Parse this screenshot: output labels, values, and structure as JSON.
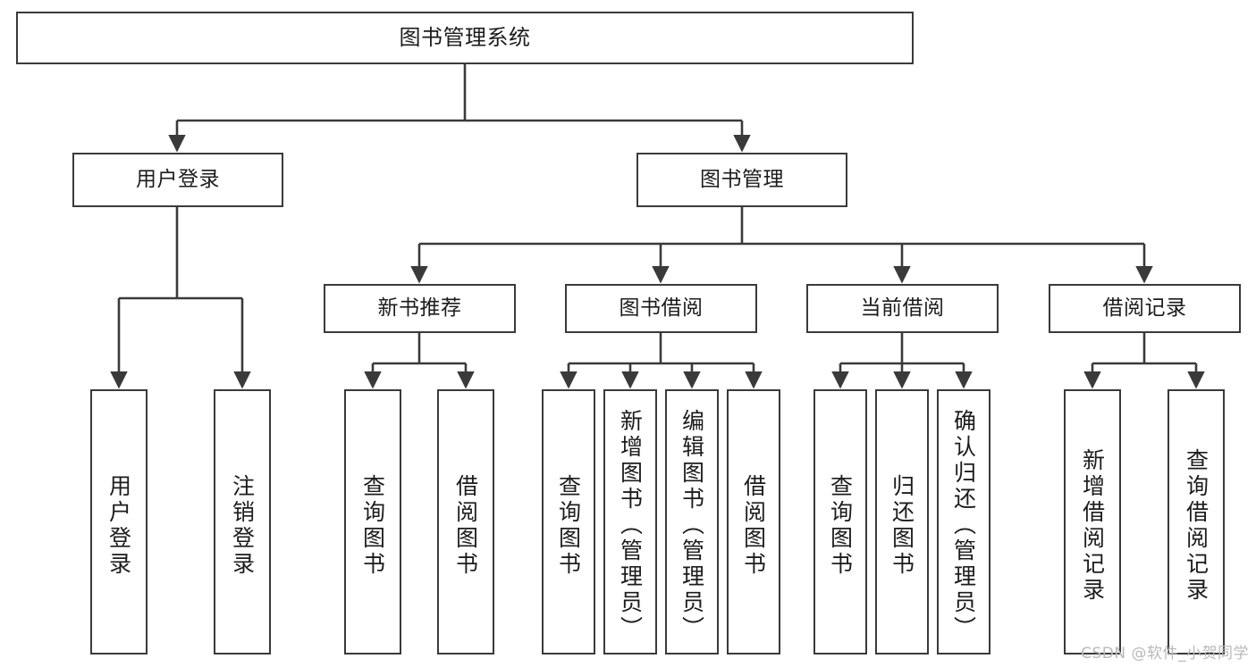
{
  "diagram": {
    "title": "图书管理系统",
    "type": "tree",
    "orientation": "top-down",
    "colors": {
      "background": "#ffffff",
      "border": "#3a3a3a",
      "line": "#3a3a3a",
      "text": "#1c1c1c",
      "watermark": "#b9b9b9"
    },
    "nodes": {
      "root": {
        "label": "图书管理系统"
      },
      "level2": [
        {
          "id": "user-login",
          "label": "用户登录"
        },
        {
          "id": "book-manage",
          "label": "图书管理"
        }
      ],
      "level3": [
        {
          "id": "new-book-recommend",
          "label": "新书推荐"
        },
        {
          "id": "book-borrow",
          "label": "图书借阅"
        },
        {
          "id": "current-borrow",
          "label": "当前借阅"
        },
        {
          "id": "borrow-record",
          "label": "借阅记录"
        }
      ],
      "leaves": {
        "user-login": [
          {
            "id": "leaf-user-login",
            "label": "用户登录"
          },
          {
            "id": "leaf-logout",
            "label": "注销登录"
          }
        ],
        "new-book-recommend": [
          {
            "id": "leaf-query-book-1",
            "label": "查询图书"
          },
          {
            "id": "leaf-borrow-book-1",
            "label": "借阅图书"
          }
        ],
        "book-borrow": [
          {
            "id": "leaf-query-book-2",
            "label": "查询图书"
          },
          {
            "id": "leaf-add-book",
            "label": "新增图书（管理员）"
          },
          {
            "id": "leaf-edit-book",
            "label": "编辑图书（管理员）"
          },
          {
            "id": "leaf-borrow-book-2",
            "label": "借阅图书"
          }
        ],
        "current-borrow": [
          {
            "id": "leaf-query-book-3",
            "label": "查询图书"
          },
          {
            "id": "leaf-return-book",
            "label": "归还图书"
          },
          {
            "id": "leaf-confirm-return",
            "label": "确认归还（管理员）"
          }
        ],
        "borrow-record": [
          {
            "id": "leaf-add-record",
            "label": "新增借阅记录"
          },
          {
            "id": "leaf-query-record",
            "label": "查询借阅记录"
          }
        ]
      }
    },
    "watermark": "CSDN @软件_小贺同学"
  }
}
